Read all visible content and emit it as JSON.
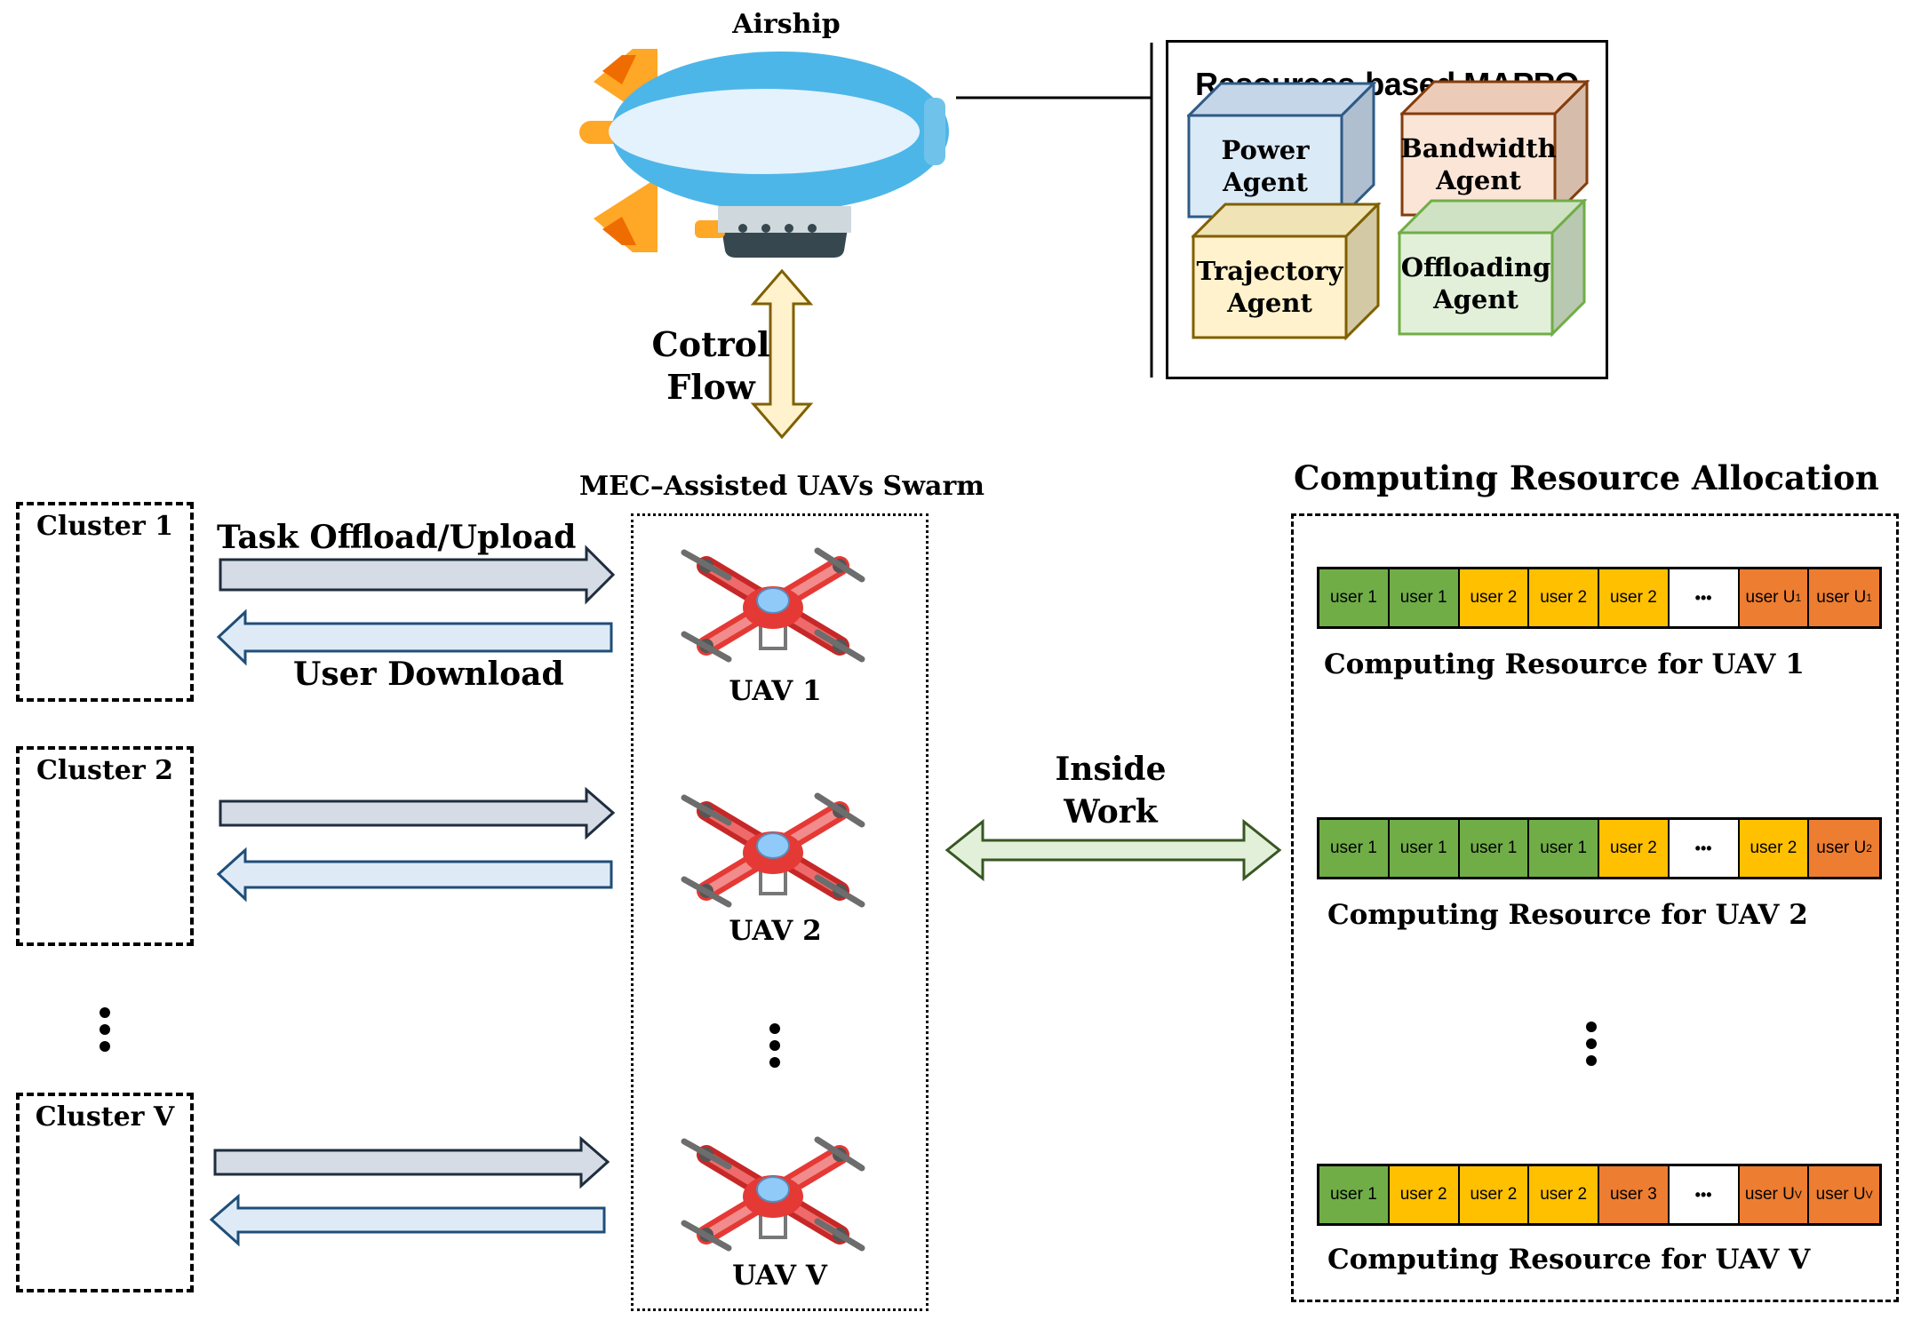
{
  "airship": {
    "label": "Airship"
  },
  "mappo": {
    "title": "Resources-based MAPPO",
    "agents": [
      {
        "line1": "Power",
        "line2": "Agent",
        "face": "#dbeaf7",
        "side": "#b0bfcf",
        "top": "#c5d6e8",
        "edge": "#2e5a87"
      },
      {
        "line1": "Bandwidth",
        "line2": "Agent",
        "face": "#fbe5d6",
        "side": "#d6bcab",
        "top": "#ecccb8",
        "edge": "#843c0c"
      },
      {
        "line1": "Trajectory",
        "line2": "Agent",
        "face": "#fff2cc",
        "side": "#d3c9a4",
        "top": "#f0e4b6",
        "edge": "#7f6000"
      },
      {
        "line1": "Offloading",
        "line2": "Agent",
        "face": "#e2f0d9",
        "side": "#b9c8b1",
        "top": "#cfe2c3",
        "edge": "#70ad47"
      }
    ]
  },
  "control_flow": {
    "line1": "Cotrol",
    "line2": "Flow"
  },
  "swarm": {
    "title": "MEC–Assisted UAVs Swarm",
    "uavs": [
      "UAV 1",
      "UAV 2",
      "UAV V"
    ]
  },
  "clusters": [
    "Cluster 1",
    "Cluster 2",
    "Cluster V"
  ],
  "links": {
    "upload": "Task Offload/Upload",
    "download": "User Download"
  },
  "inside_work": {
    "line1": "Inside",
    "line2": "Work"
  },
  "allocation": {
    "title": "Computing Resource Allocation",
    "colors": {
      "green": "#70ad47",
      "yellow": "#ffc000",
      "orange": "#ed7d31",
      "white": "#ffffff"
    },
    "bars": [
      {
        "caption": "Computing Resource for UAV 1",
        "cells": [
          {
            "text": "user 1",
            "color": "green"
          },
          {
            "text": "user 1",
            "color": "green"
          },
          {
            "text": "user 2",
            "color": "yellow"
          },
          {
            "text": "user 2",
            "color": "yellow"
          },
          {
            "text": "user 2",
            "color": "yellow"
          },
          {
            "text": "•••",
            "color": "white"
          },
          {
            "text": "user U",
            "sub": "1",
            "color": "orange"
          },
          {
            "text": "user U",
            "sub": "1",
            "color": "orange"
          }
        ]
      },
      {
        "caption": "Computing Resource for UAV 2",
        "cells": [
          {
            "text": "user 1",
            "color": "green"
          },
          {
            "text": "user 1",
            "color": "green"
          },
          {
            "text": "user 1",
            "color": "green"
          },
          {
            "text": "user 1",
            "color": "green"
          },
          {
            "text": "user 2",
            "color": "yellow"
          },
          {
            "text": "•••",
            "color": "white"
          },
          {
            "text": "user 2",
            "color": "yellow"
          },
          {
            "text": "user U",
            "sub": "2",
            "color": "orange"
          }
        ]
      },
      {
        "caption": "Computing Resource for UAV V",
        "cells": [
          {
            "text": "user 1",
            "color": "green"
          },
          {
            "text": "user 2",
            "color": "yellow"
          },
          {
            "text": "user 2",
            "color": "yellow"
          },
          {
            "text": "user 2",
            "color": "yellow"
          },
          {
            "text": "user 3",
            "color": "orange"
          },
          {
            "text": "•••",
            "color": "white"
          },
          {
            "text": "user U",
            "sub": "V",
            "color": "orange"
          },
          {
            "text": "user U",
            "sub": "V",
            "color": "orange"
          }
        ]
      }
    ]
  },
  "palette": {
    "arrow_upload_fill": "#d6dce5",
    "arrow_upload_stroke": "#1f2d3d",
    "arrow_download_fill": "#deebf7",
    "arrow_download_stroke": "#1f4e79",
    "control_fill": "#fff2cc",
    "control_stroke": "#7f6000",
    "inside_fill": "#e2f0d9",
    "inside_stroke": "#385723",
    "person_fill": "#4a90c8",
    "person_stroke": "#1b2a3a",
    "uav_body": "#ef5350",
    "uav_dark": "#c62828",
    "uav_dome": "#90caf9",
    "airship_body": "#4db6e8",
    "airship_band": "#e3f2fd",
    "airship_fin": "#ffa726"
  }
}
